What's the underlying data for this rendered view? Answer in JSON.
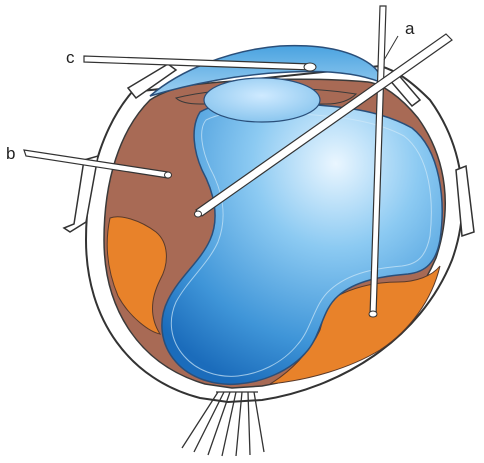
{
  "labels": {
    "a": "a",
    "b": "b",
    "c": "c"
  },
  "colors": {
    "background": "#ffffff",
    "outline": "#3a3a3a",
    "sclera": "#ffffff",
    "choroid": "#a86a55",
    "hemorrhage": "#e8822a",
    "vitreous_light": "#cfe8f8",
    "vitreous_mid": "#5fb0ea",
    "vitreous_dark": "#1f78c8",
    "cornea": "#6bb8e8",
    "lens": "#9fd4f4",
    "instrument": "#ffffff"
  }
}
